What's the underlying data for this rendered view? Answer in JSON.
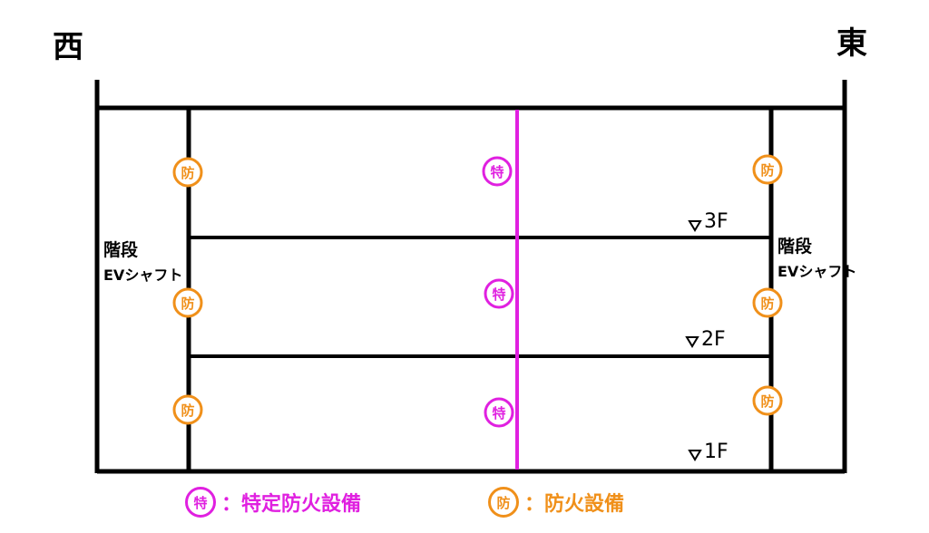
{
  "directions": {
    "west": "西",
    "east": "東"
  },
  "shaft_labels": {
    "left": {
      "line1": "階段",
      "line2": "EVシャフト"
    },
    "right": {
      "line1": "階段",
      "line2": "EVシャフト"
    }
  },
  "floors": {
    "f3": "▽3F",
    "f2": "▽2F",
    "f1": "▽1F"
  },
  "marks": {
    "toku": {
      "glyph": "特",
      "color": "#e020e0"
    },
    "bou": {
      "glyph": "防",
      "color": "#f0901a"
    }
  },
  "legend": {
    "toku_text": "：特定防火設備",
    "bou_text": "：防火設備"
  }
}
